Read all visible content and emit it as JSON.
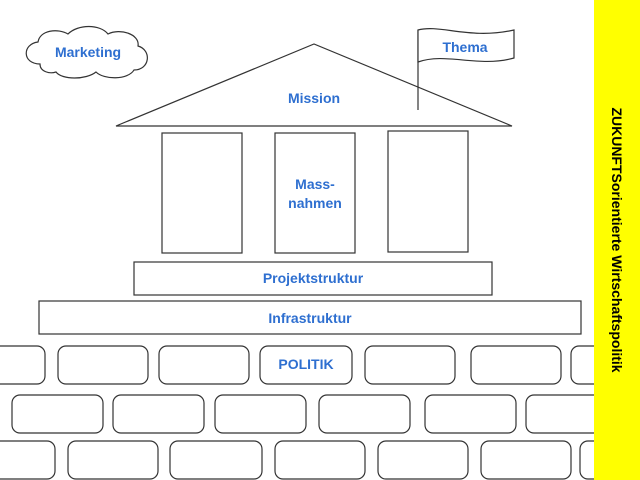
{
  "labels": {
    "marketing": "Marketing",
    "thema": "Thema",
    "mission": "Mission",
    "massnahmen": "Mass-\nnahmen",
    "projektstruktur": "Projektstruktur",
    "infrastruktur": "Infrastruktur",
    "politik": "POLITIK"
  },
  "sidebar": {
    "text": "ZUKUNFTSorientierte Wirtschaftspolitik"
  },
  "colors": {
    "label": "#2e6fd0",
    "outline": "#333333",
    "sidebar_bg": "#ffff00",
    "sidebar_text": "#000000"
  }
}
